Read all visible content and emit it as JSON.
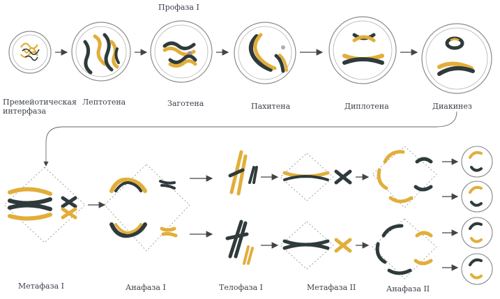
{
  "diagram": {
    "title_prophase": "Профаза I",
    "stages_top": [
      {
        "id": "premeiotic",
        "label": "Премейотическая интерфаза"
      },
      {
        "id": "leptotene",
        "label": "Лептотена"
      },
      {
        "id": "zygotene",
        "label": "Заготена"
      },
      {
        "id": "pachytene",
        "label": "Пахитена"
      },
      {
        "id": "diplotene",
        "label": "Диплотена"
      },
      {
        "id": "diakinesis",
        "label": "Диакинез"
      }
    ],
    "stages_bottom": [
      {
        "id": "metaphase1",
        "label": "Метафаза I"
      },
      {
        "id": "anaphase1",
        "label": "Анафаза I"
      },
      {
        "id": "telophase1",
        "label": "Телофаза I"
      },
      {
        "id": "metaphase2",
        "label": "Метафаза II"
      },
      {
        "id": "anaphase2",
        "label": "Анафаза II"
      }
    ]
  },
  "colors": {
    "dark_chromosome": "#2f3a3b",
    "light_chromosome": "#e2ae3a",
    "cell_outline": "#8a8a8a",
    "arrow": "#444444",
    "label": "#3b3f4a"
  }
}
